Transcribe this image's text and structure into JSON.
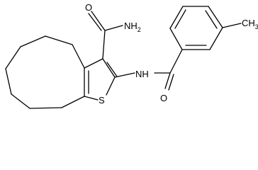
{
  "molecule": {
    "atoms": {
      "carbonyl_oxygen_top": "O",
      "amide_nitrogen": "NH",
      "amide_nitrogen_subscript": "2",
      "ring_sulfur": "S",
      "amide_nh": "NH",
      "carbonyl_oxygen_bottom": "O",
      "methyl": "CH",
      "methyl_subscript": "3"
    }
  }
}
